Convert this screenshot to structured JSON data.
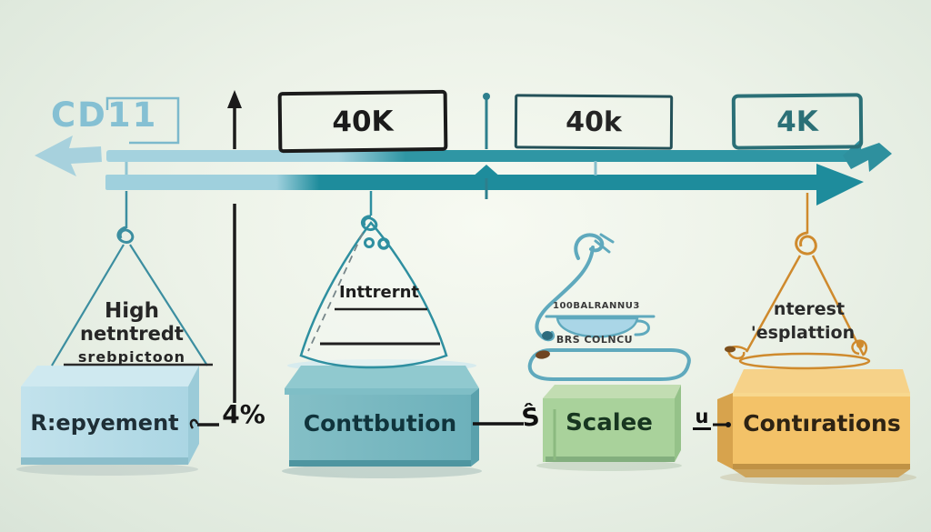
{
  "header": {
    "cd_label": "CD11",
    "milestones": [
      {
        "label": "40K"
      },
      {
        "label": "40k"
      },
      {
        "label": "4K"
      }
    ]
  },
  "axis": {
    "rate_label": "4%"
  },
  "pendulums": {
    "left": {
      "lines": [
        "High",
        "netntredt",
        "srebpictoon"
      ],
      "box_label": "R:epyement"
    },
    "second": {
      "label": "Inttrernt",
      "box_label": "Conttbution"
    },
    "teacup": {
      "top_text": "100BALRANNU3",
      "bottom_text": "BRS COLNCU",
      "box_label": "Scalee"
    },
    "right": {
      "lines": [
        "nterest",
        "'esplattion"
      ],
      "box_label": "Contırations"
    }
  },
  "connectors": {
    "dollar_symbol": "Ŝ",
    "u_symbol": "u"
  },
  "colors": {
    "accent_teal": "#2f96a4",
    "light_blue": "#a6d3df",
    "ink": "#1b1b1b",
    "orange": "#cf8a2d",
    "blue_box": "#b9dde9",
    "teal_box": "#74b6bf",
    "green_box": "#a9d29b",
    "orange_box": "#f3c268"
  }
}
